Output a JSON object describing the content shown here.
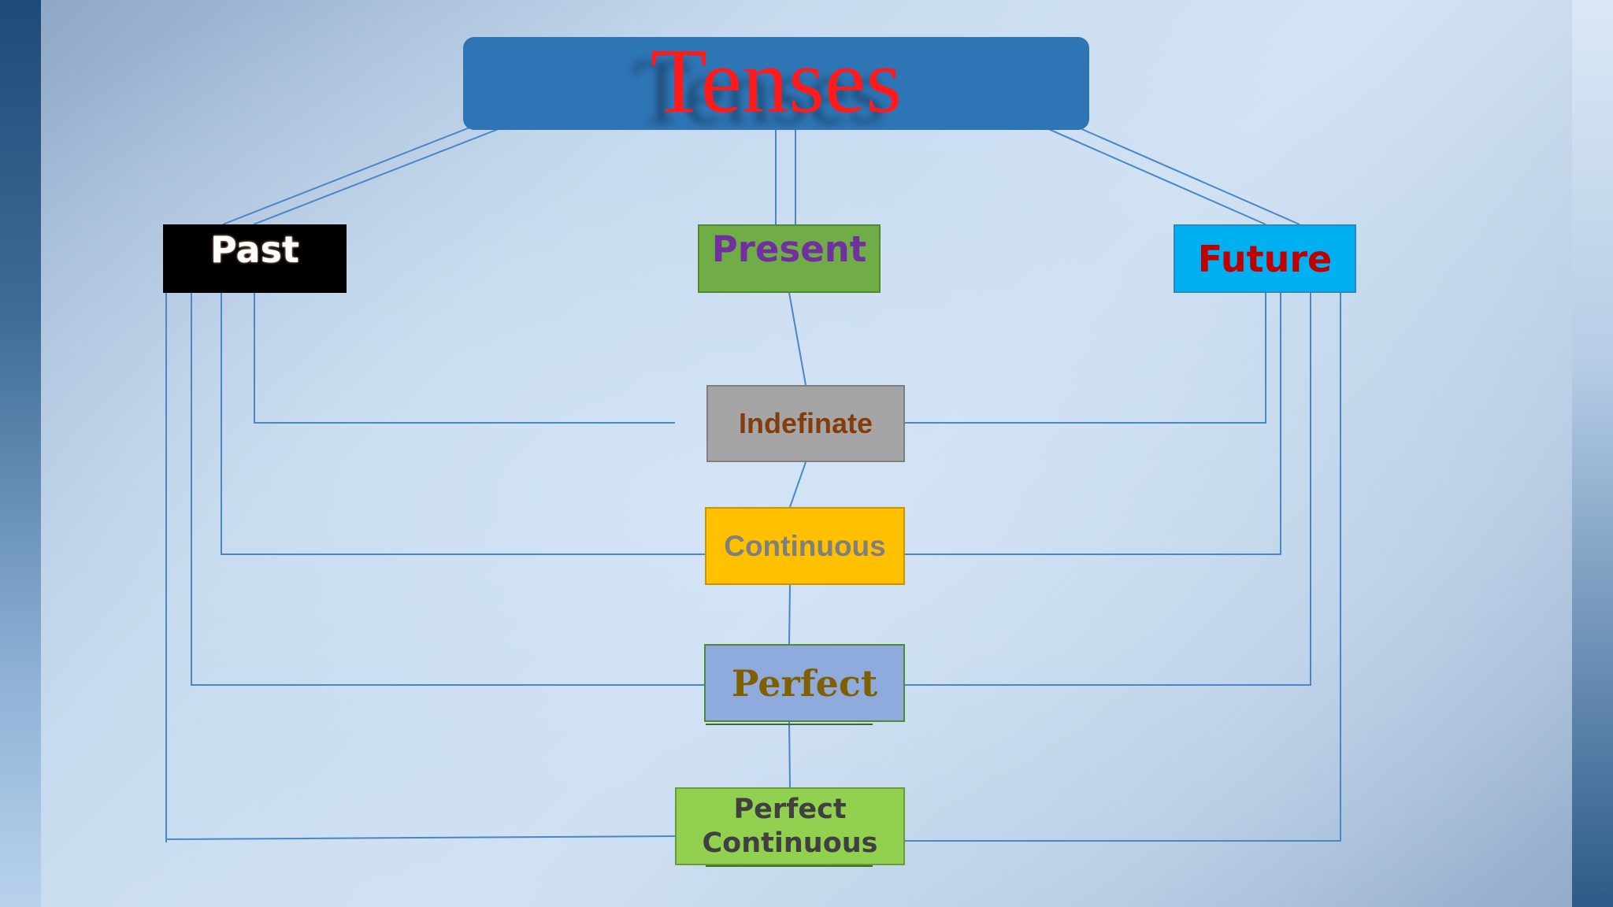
{
  "diagram": {
    "title": "Tenses",
    "categories": [
      "Past",
      "Present",
      "Future"
    ],
    "aspects": [
      "Indefinate",
      "Continuous",
      "Perfect",
      "Perfect Continuous"
    ]
  },
  "colors": {
    "title_box": "#2e75b6",
    "title_text": "#ff1b1b",
    "connector": "#4a86c8",
    "past_box": "#000000",
    "present_box": "#70ad47",
    "future_box": "#00b0f0",
    "indefinate_box": "#a5a5a5",
    "continuous_box": "#ffc000",
    "perfect_box": "#8faadc",
    "perfect_continuous_box": "#92d050"
  }
}
